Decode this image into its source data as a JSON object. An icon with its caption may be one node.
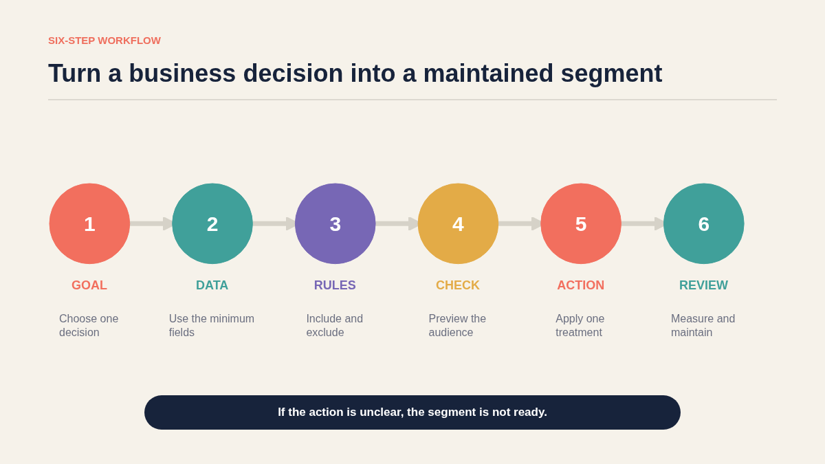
{
  "diagram": {
    "title": "Turn a business decision into a maintained segment",
    "caption": "If the action is unclear, the segment is not ready.",
    "labels": [
      "SIX-STEP WORKFLOW"
    ],
    "nodes": [
      {
        "text": [
          "1"
        ],
        "beside": [
          "GOAL",
          "Choose one decision"
        ]
      },
      {
        "text": [
          "2"
        ],
        "beside": [
          "DATA",
          "Use the minimum fields"
        ]
      },
      {
        "text": [
          "3"
        ],
        "beside": [
          "RULES",
          "Include and exclude"
        ]
      },
      {
        "text": [
          "4"
        ],
        "beside": [
          "CHECK",
          "Preview the audience"
        ]
      },
      {
        "text": [
          "5"
        ],
        "beside": [
          "ACTION",
          "Apply one treatment"
        ]
      },
      {
        "text": [
          "6"
        ],
        "beside": [
          "REVIEW",
          "Measure and maintain"
        ]
      }
    ],
    "edges": [
      {
        "from": 0,
        "to": 1,
        "arrow": "to"
      },
      {
        "from": 1,
        "to": 2,
        "arrow": "to"
      },
      {
        "from": 2,
        "to": 3,
        "arrow": "to"
      },
      {
        "from": 3,
        "to": 4,
        "arrow": "to"
      },
      {
        "from": 4,
        "to": 5,
        "arrow": "to"
      }
    ]
  }
}
